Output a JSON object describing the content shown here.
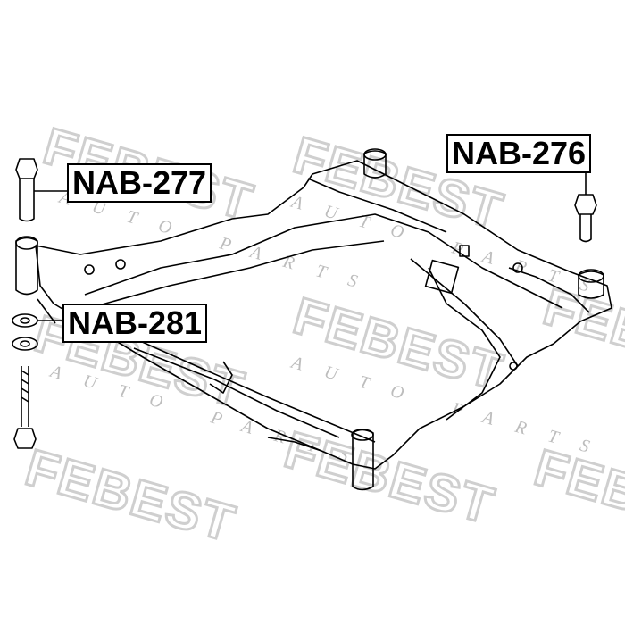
{
  "watermark": {
    "brand": "FEBEST",
    "tagline": "AUTO PARTS"
  },
  "parts": [
    {
      "id": "NAB-277"
    },
    {
      "id": "NAB-281"
    },
    {
      "id": "NAB-276"
    }
  ]
}
